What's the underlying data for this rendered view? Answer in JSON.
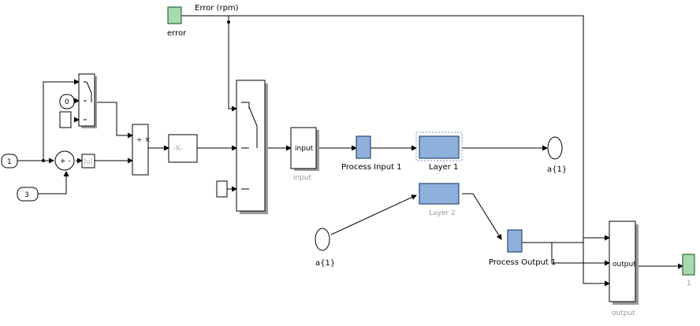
{
  "diagram": {
    "blocks": {
      "error_outport": {
        "label": "error"
      },
      "error_signal": {
        "label": "Error (rpm)"
      },
      "in_one": {
        "value": "1"
      },
      "const_three": {
        "value": "3"
      },
      "const_zero": {
        "value": "0"
      },
      "switch_small": {
        "label": ""
      },
      "sum_block": {
        "signs": "+ -"
      },
      "abs_block": {
        "label": "|u|"
      },
      "divide_block": {
        "signs": "÷ ×"
      },
      "gain_block": {
        "label": "-K-"
      },
      "multiport_switch": {
        "label": ""
      },
      "small_const": {
        "label": ""
      },
      "input_block": {
        "inner": "input",
        "caption": "input"
      },
      "process_input": {
        "label": "Process Input 1"
      },
      "layer1": {
        "label": "Layer 1"
      },
      "layer2": {
        "label": "Layer 2"
      },
      "a1_goto": {
        "label": "a{1}"
      },
      "a1_from": {
        "label": "a{1}"
      },
      "process_output": {
        "label": "Process Output 1"
      },
      "output_block": {
        "inner": "output",
        "caption": "output"
      },
      "outport_one": {
        "label": "1"
      }
    },
    "colors": {
      "blue_block": "#8fb0da",
      "green_port": "#a8d8b0"
    }
  }
}
